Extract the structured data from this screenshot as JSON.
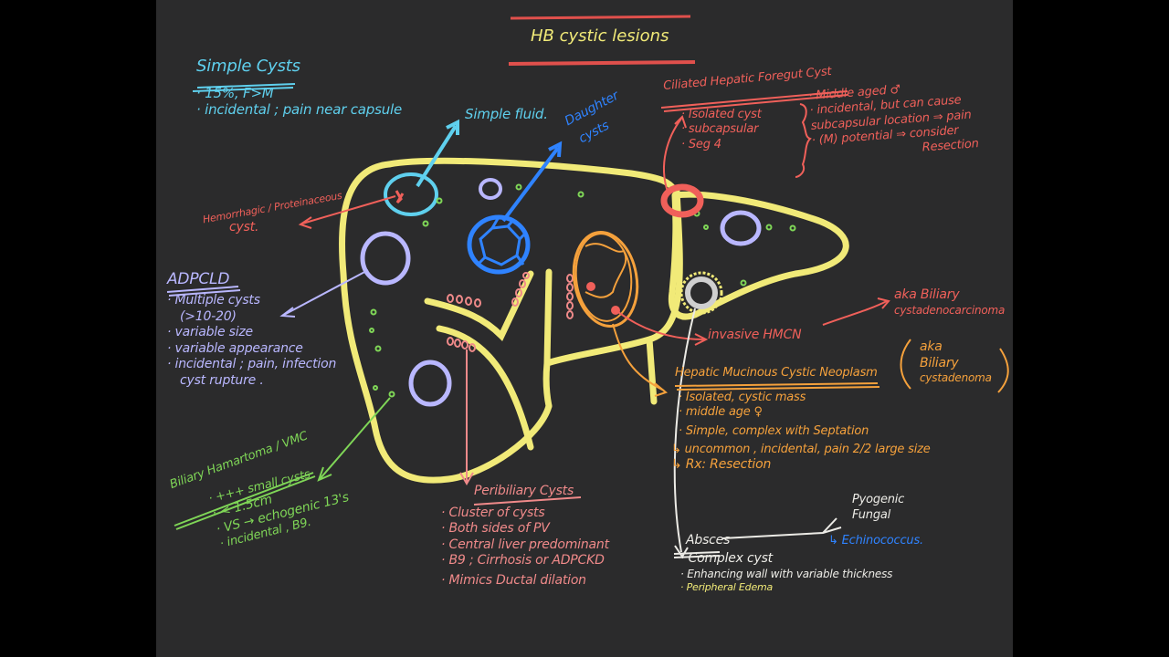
{
  "title": "HB cystic lesions",
  "simple_cysts": {
    "heading": "Simple Cysts",
    "items": [
      "· 15%, F>M",
      "· incidental ; pain near capsule"
    ],
    "arrow_label": "Simple fluid."
  },
  "daughter_cysts": {
    "line1": "Daughter",
    "line2": "cysts"
  },
  "hemorrhagic": {
    "line1": "Hemorrhagic / Proteinaceous",
    "line2": "cyst."
  },
  "adpcld": {
    "heading": "ADPCLD",
    "items": [
      "· Multiple cysts",
      "  (>10-20)",
      "· variable size",
      "· variable appearance",
      "· incidental ; pain, infection",
      "  cyst rupture ."
    ]
  },
  "biliary_hamartoma": {
    "heading": "Biliary Hamartoma / VMC",
    "items": [
      "· +++ small cysts",
      "· < 1.5cm",
      "· VS → echogenic 13's",
      "· incidental , B9."
    ]
  },
  "peribiliary": {
    "heading": "Peribiliary Cysts",
    "items": [
      "· Cluster of cysts",
      "· Both sides of PV",
      "· Central liver predominant",
      "· B9 ; Cirrhosis or ADPCKD",
      "· Mimics Ductal dilation"
    ]
  },
  "ciliated": {
    "heading": "Ciliated Hepatic Foregut Cyst",
    "left_items": [
      "· Isolated cyst",
      "· subcapsular",
      "· Seg 4"
    ],
    "right_items": [
      "· Middle aged ♂",
      "· incidental, but can cause",
      "  subcapsular location ⇒ pain",
      "· (M) potential ⇒ consider",
      "  Resection"
    ]
  },
  "hmcn": {
    "invasive": "invasive HMCN",
    "aka_carcinoma": {
      "line1": "aka Biliary",
      "line2": "cystadenocarcinoma"
    },
    "heading": "Hepatic Mucinous Cystic Neoplasm",
    "aka_adenoma": {
      "line1": "aka",
      "line2": "Biliary",
      "line3": "cystadenoma"
    },
    "items": [
      "· Isolated, cystic mass",
      "· middle age ♀",
      "· Simple, complex with Septation",
      "↳ uncommon , incidental, pain 2/2 large size",
      "↳ Rx: Resection"
    ]
  },
  "abscess": {
    "heading": "Absces",
    "branches": [
      "Pyogenic",
      "Fungal"
    ],
    "echinococcus": "↳ Echinococcus.",
    "items": [
      "· Complex cyst",
      "· Enhancing wall with variable thickness"
    ],
    "yellow_item": "· Peripheral Edema"
  },
  "colors": {
    "board": "#2b2b2c",
    "liver_outline": "#f1ea78",
    "simple_cyst": "#5fd0ee",
    "daughter_cyst": "#2f83ff",
    "adpcld": "#b9b7ff",
    "ciliated": "#f0605a",
    "hmcn": "#f5a13c",
    "hamartoma": "#7fd657",
    "peribiliary": "#f08a8a",
    "abscess": "#ecebe6"
  }
}
